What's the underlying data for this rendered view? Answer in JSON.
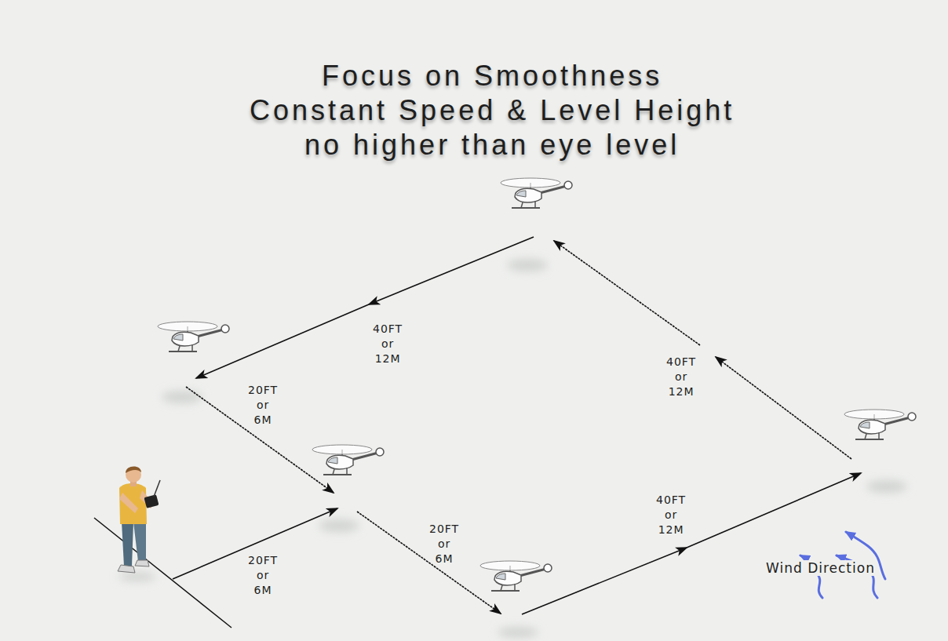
{
  "diagram": {
    "title": "Focus on Smoothness",
    "labels": [
      "Constant Speed & Level Height",
      "no higher than eye level",
      "40FT or 12M",
      "40FT or 12M",
      "20FT or 6M",
      "40FT or 12M",
      "20FT or 6M",
      "20FT or 6M",
      "Wind Direction"
    ]
  }
}
